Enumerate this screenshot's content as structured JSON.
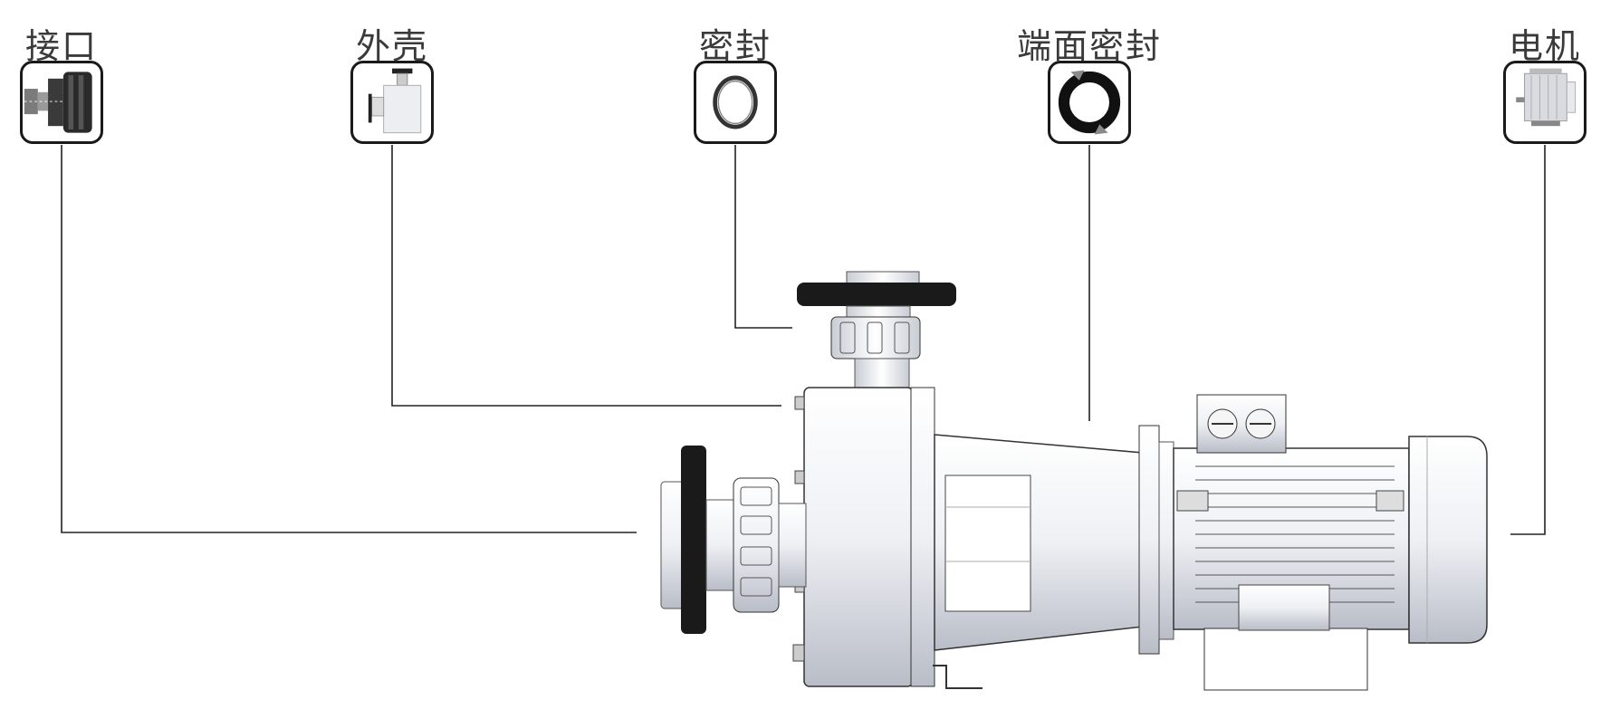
{
  "callouts": [
    {
      "id": "connector",
      "label": "接口",
      "icon": "connector-icon"
    },
    {
      "id": "housing",
      "label": "外壳",
      "icon": "housing-icon"
    },
    {
      "id": "seal",
      "label": "密封",
      "icon": "seal-ring-icon"
    },
    {
      "id": "mech-seal",
      "label": "端面密封",
      "icon": "mechanical-seal-icon"
    },
    {
      "id": "motor",
      "label": "电机",
      "icon": "motor-icon"
    }
  ],
  "colors": {
    "line": "#222222",
    "text": "#3a3a3a",
    "dark_part": "#1a1a1a",
    "metal_light": "#f2f3f6",
    "metal_mid": "#c9ccd4",
    "seal_arrow": "#8a8a8a"
  }
}
